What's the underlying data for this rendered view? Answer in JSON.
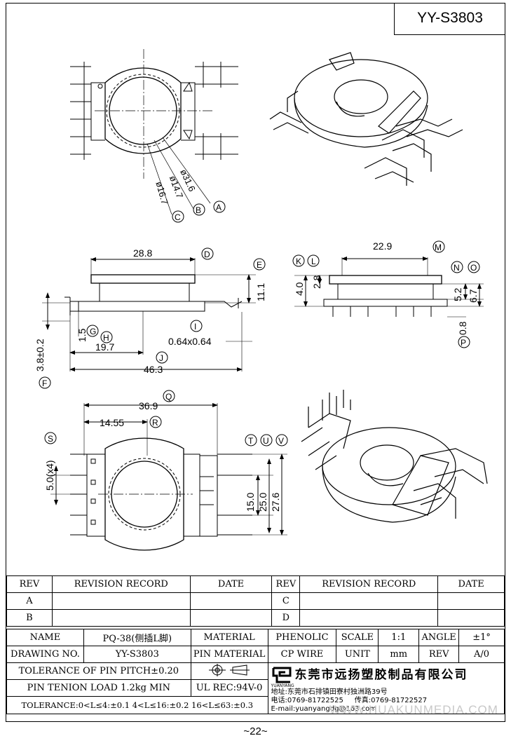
{
  "part_number": "YY-S3803",
  "page_number": "~22~",
  "watermark": "WWW.HUAKUNMEDIA.COM",
  "views": {
    "top": {
      "dims": [
        "ø31.6",
        "ø14.7",
        "ø16.7"
      ],
      "labels": [
        "A",
        "B",
        "C"
      ]
    },
    "front": {
      "dims": {
        "d1": "28.8",
        "d2": "11.1",
        "d3": "1.5",
        "d4": "19.7",
        "d5": "0.64x0.64",
        "d6": "46.3",
        "d7": "3.8±0.2"
      },
      "labels": [
        "D",
        "E",
        "F",
        "G",
        "H",
        "I",
        "J"
      ]
    },
    "side": {
      "dims": {
        "d1": "22.9",
        "d2": "4.0",
        "d3": "2.8",
        "d4": "5.2",
        "d5": "6.7",
        "d6": "0.8"
      },
      "labels": [
        "K",
        "L",
        "M",
        "N",
        "O",
        "P"
      ]
    },
    "bottom": {
      "dims": {
        "d1": "36.9",
        "d2": "14.55",
        "d3": "5.0(x4)",
        "d4": "15.0",
        "d5": "25.0",
        "d6": "27.6"
      },
      "labels": [
        "Q",
        "R",
        "S",
        "T",
        "U",
        "V"
      ]
    }
  },
  "revision_table": {
    "headers": [
      "REV",
      "REVISION RECORD",
      "DATE",
      "REV",
      "REVISION RECORD",
      "DATE"
    ],
    "rows": [
      [
        "A",
        "",
        "",
        "C",
        "",
        ""
      ],
      [
        "B",
        "",
        "",
        "D",
        "",
        ""
      ]
    ]
  },
  "info_table": {
    "name_label": "NAME",
    "name_value": "PQ-38(侧插L脚)",
    "material_label": "MATERIAL",
    "material_value": "PHENOLIC",
    "scale_label": "SCALE",
    "scale_value": "1:1",
    "angle_label": "ANGLE",
    "angle_value": "±1°",
    "drawing_no_label": "DRAWING NO.",
    "drawing_no_value": "YY-S3803",
    "pin_material_label": "PIN MATERIAL",
    "pin_material_value": "CP WIRE",
    "unit_label": "UNIT",
    "unit_value": "mm",
    "rev_label": "REV",
    "rev_value": "A/0",
    "tolerance_pin_pitch": "TOLERANCE OF PIN PITCH±0.20",
    "pin_tension": "PIN TENION LOAD 1.2kg MIN",
    "ul_rec": "UL REC:94V-0",
    "tolerance": "TOLERANCE:0<L≤4:±0.1  4<L≤16:±0.2  16<L≤63:±0.3",
    "company_name": "东莞市远扬塑胶制品有限公司",
    "logo_text": "YUANYANG",
    "address": "地址:东莞市石排镇田寮村独洲路39号",
    "phone": "电话:0769-81722525",
    "fax": "传真:0769-81722527",
    "email": "E-mail:yuanyangdg@163.com"
  }
}
